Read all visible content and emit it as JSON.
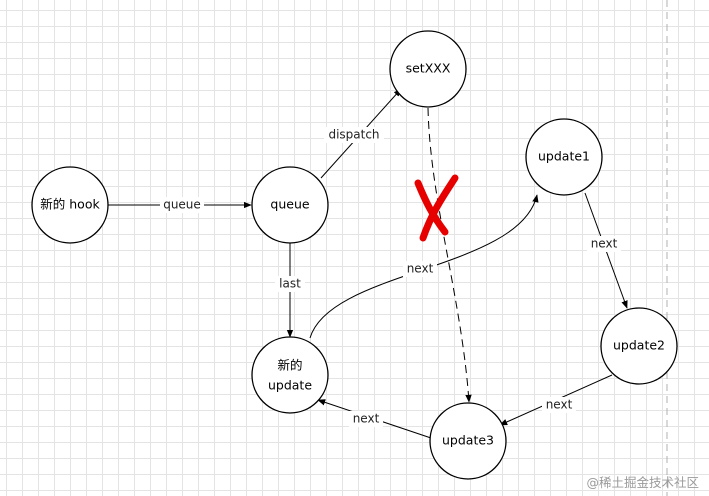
{
  "nodes": {
    "new_hook": {
      "label": "新的 hook"
    },
    "queue": {
      "label": "queue"
    },
    "setxxx": {
      "label": "setXXX"
    },
    "update1": {
      "label": "update1"
    },
    "update2": {
      "label": "update2"
    },
    "update3": {
      "label": "update3"
    },
    "new_update": {
      "line1": "新的",
      "line2": "update"
    }
  },
  "edges": {
    "hook_to_queue": {
      "label": "queue"
    },
    "queue_to_setxxx": {
      "label": "dispatch"
    },
    "queue_to_newupdate": {
      "label": "last"
    },
    "newupdate_to_update1": {
      "label": "next"
    },
    "update1_to_update2": {
      "label": "next"
    },
    "update2_to_update3": {
      "label": "next"
    },
    "update3_to_newupdate": {
      "label": "next"
    }
  },
  "annotations": {
    "cross_color": "#e60000",
    "cross_meaning": "disconnected"
  },
  "watermark": {
    "text": "@稀土掘金技术社区"
  }
}
